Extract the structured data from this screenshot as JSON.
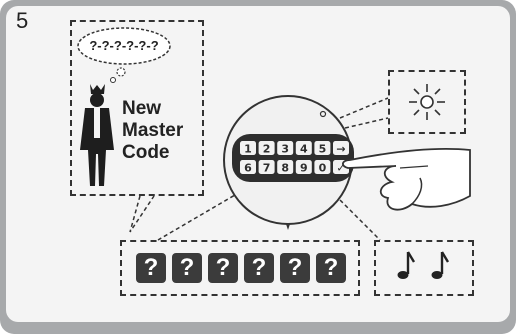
{
  "step": {
    "number": "5"
  },
  "code_bubble": {
    "text": "?-?-?-?-?-?"
  },
  "title_lines": [
    "New",
    "Master",
    "Code"
  ],
  "code_entry": {
    "tiles": [
      "?",
      "?",
      "?",
      "?",
      "?",
      "?"
    ]
  },
  "keypad": {
    "row1": [
      "1",
      "2",
      "3",
      "4",
      "5",
      "→"
    ],
    "row2": [
      "6",
      "7",
      "8",
      "9",
      "0",
      "✓"
    ]
  },
  "icons": {
    "figure": "person-with-crown-icon",
    "led": "led-light-icon",
    "sound": "music-notes-icon",
    "finger": "pointing-hand-icon"
  },
  "colors": {
    "frame": "#a7a9ab",
    "panel": "#f4f4f4",
    "ink": "#222222",
    "tile": "#3b3b3b"
  }
}
